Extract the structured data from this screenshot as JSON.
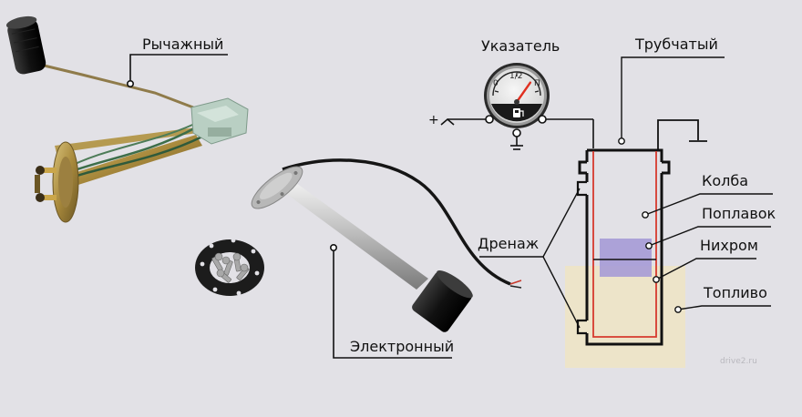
{
  "labels": {
    "lever": "Рычажный",
    "electronic": "Электронный",
    "gauge": "Указатель",
    "tubular": "Трубчатый",
    "flask": "Колба",
    "float": "Поплавок",
    "nichrome": "Нихром",
    "fuel": "Топливо",
    "drain": "Дренаж"
  },
  "gauge": {
    "scale_min": "0",
    "scale_half": "1/2",
    "scale_max": "П",
    "needle_level": 0.75
  },
  "plus_sign": "+",
  "watermark": "drive2.ru",
  "colors": {
    "background": "#e2e1e6",
    "fuel": "#ede4c9",
    "float": "#a69bd6",
    "nichrome": "#d63a2e",
    "outline": "#111111",
    "gauge_needle": "#e03020"
  }
}
